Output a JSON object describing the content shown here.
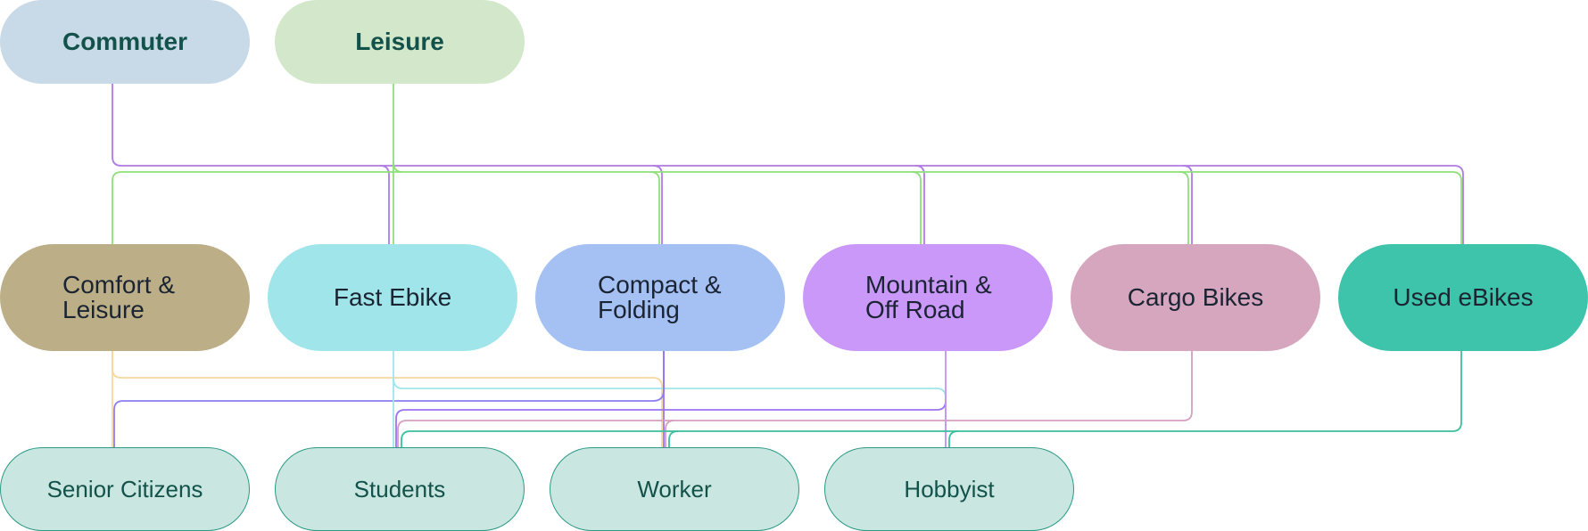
{
  "diagram": {
    "top_nodes": [
      {
        "id": "commuter",
        "label": "Commuter",
        "color": "#c8d9e7"
      },
      {
        "id": "leisure",
        "label": "Leisure",
        "color": "#d3e8cb"
      }
    ],
    "category_nodes": [
      {
        "id": "comfort",
        "label": "Comfort &\nLeisure",
        "color": "#bcae86"
      },
      {
        "id": "fast",
        "label": "Fast Ebike",
        "color": "#a0e5ea"
      },
      {
        "id": "compact",
        "label": "Compact &\nFolding",
        "color": "#a5c1f4"
      },
      {
        "id": "mountain",
        "label": "Mountain &\nOff Road",
        "color": "#c998f8"
      },
      {
        "id": "cargo",
        "label": "Cargo Bikes",
        "color": "#d6a6bf"
      },
      {
        "id": "used",
        "label": "Used eBikes",
        "color": "#3ec4aa"
      }
    ],
    "audience_nodes": [
      {
        "id": "senior",
        "label": "Senior Citizens"
      },
      {
        "id": "students",
        "label": "Students"
      },
      {
        "id": "worker",
        "label": "Worker"
      },
      {
        "id": "hobbyist",
        "label": "Hobbyist"
      }
    ],
    "edge_colors": {
      "commuter": "#b07ae6",
      "leisure": "#8fe07a",
      "comfort": "#f6d89e",
      "comfort_alt": "#8c7ef2",
      "fast": "#a0e5ea",
      "compact": "#9a74f0",
      "mountain": "#c491f4",
      "cargo": "#d59fc0",
      "used": "#3bbf9f"
    },
    "audience_fill": "#c9e7e0",
    "audience_border": "#2a9a86"
  }
}
